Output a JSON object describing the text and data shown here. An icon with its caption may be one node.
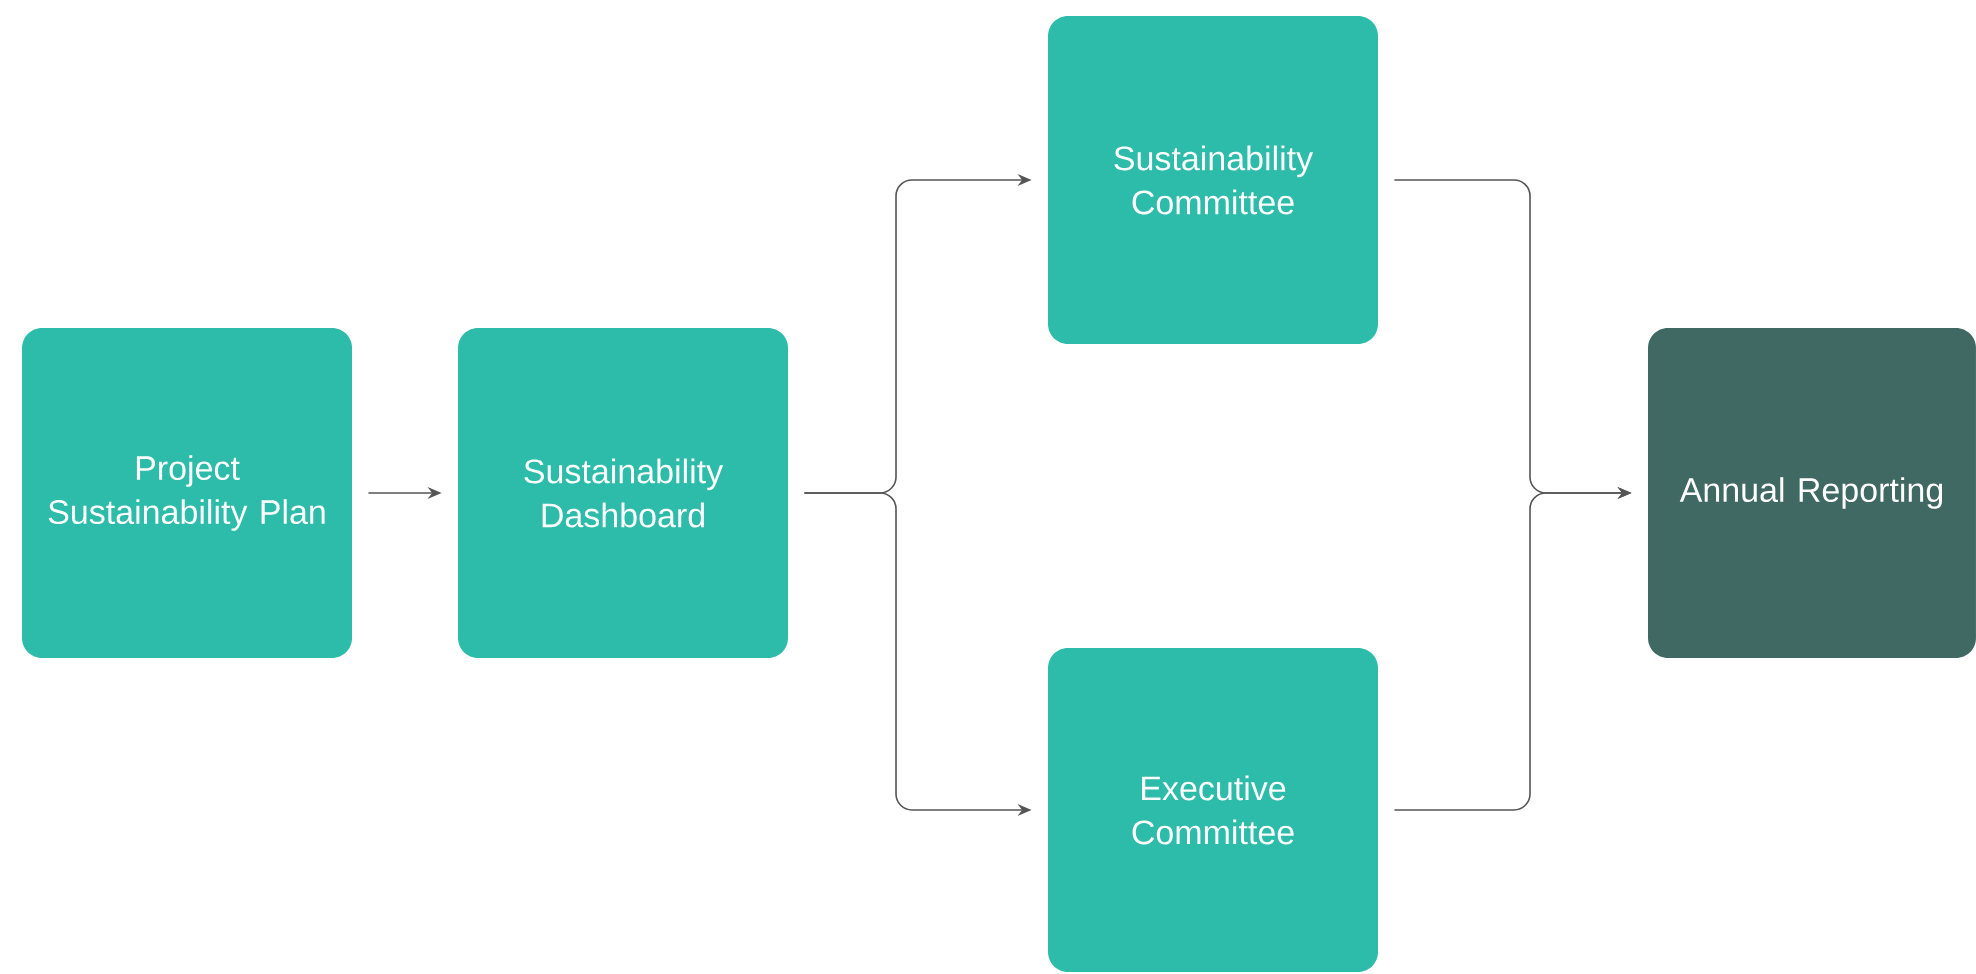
{
  "diagram": {
    "nodes": [
      {
        "text": [
          "Project Sustainability Plan"
        ]
      },
      {
        "text": [
          "Sustainability Dashboard"
        ]
      },
      {
        "text": [
          "Sustainability Committee"
        ]
      },
      {
        "text": [
          "Executive Committee"
        ]
      },
      {
        "text": [
          "Annual Reporting"
        ]
      }
    ],
    "edges": [
      {
        "from": 0,
        "to": 1,
        "arrow": "to"
      },
      {
        "from": 1,
        "to": 2,
        "arrow": "to"
      },
      {
        "from": 1,
        "to": 3,
        "arrow": "to"
      },
      {
        "from": 2,
        "to": 4,
        "arrow": "to"
      },
      {
        "from": 3,
        "to": 4,
        "arrow": "to"
      }
    ]
  }
}
